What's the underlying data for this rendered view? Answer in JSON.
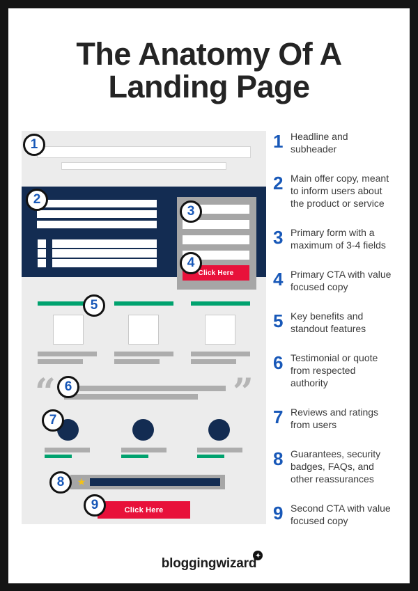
{
  "page": {
    "title": "The Anatomy Of A\nLanding Page",
    "brand": "bloggingwizard",
    "brand_badge_glyph": "✦"
  },
  "colors": {
    "frame_black": "#141414",
    "mockup_background": "#ececec",
    "navy": "#132c52",
    "cta_red": "#e8113a",
    "accent_green": "#00a26e",
    "number_blue": "#1858b8",
    "placeholder_gray": "#a6a6a6",
    "star_yellow": "#f2c118"
  },
  "mockup": {
    "primary_cta_label": "Click Here",
    "second_cta_label": "Click Here",
    "open_quote": "“",
    "close_quote": "”",
    "star_icon": "★"
  },
  "markers": [
    "1",
    "2",
    "3",
    "4",
    "5",
    "6",
    "7",
    "8",
    "9"
  ],
  "legend": {
    "items": [
      {
        "num": "1",
        "text": "Headline and\nsubheader"
      },
      {
        "num": "2",
        "text": "Main offer copy, meant\nto inform users about\nthe product or service"
      },
      {
        "num": "3",
        "text": "Primary form with a\nmaximum of 3-4 fields"
      },
      {
        "num": "4",
        "text": "Primary CTA with value\nfocused copy"
      },
      {
        "num": "5",
        "text": "Key benefits and\nstandout features"
      },
      {
        "num": "6",
        "text": "Testimonial or quote\nfrom respected\nauthority"
      },
      {
        "num": "7",
        "text": "Reviews and ratings\nfrom users"
      },
      {
        "num": "8",
        "text": "Guarantees, security\nbadges, FAQs, and\nother reassurances"
      },
      {
        "num": "9",
        "text": "Second CTA with value\nfocused copy"
      }
    ]
  }
}
